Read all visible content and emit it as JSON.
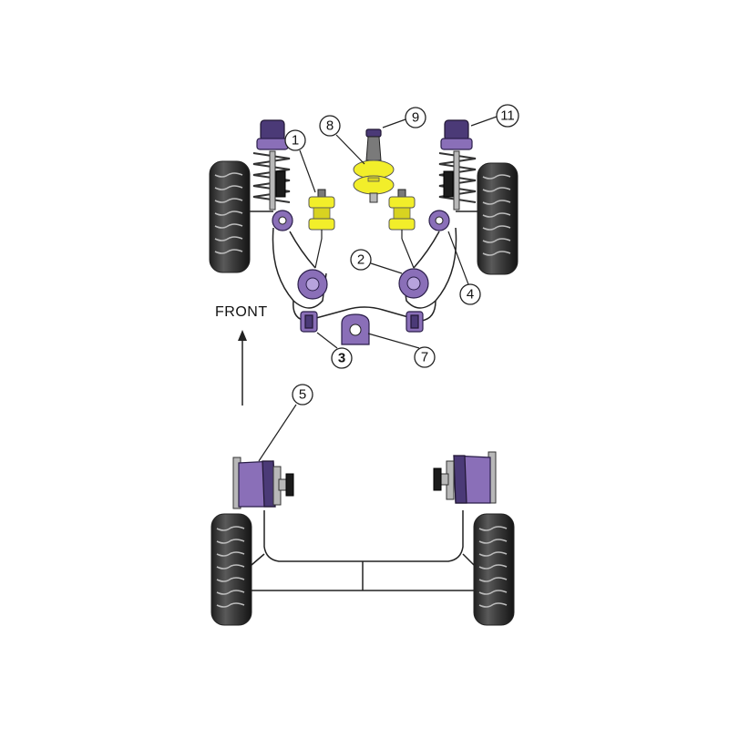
{
  "diagram": {
    "front_label": "FRONT",
    "callouts": [
      {
        "id": "c1",
        "label": "1",
        "bold": false
      },
      {
        "id": "c2",
        "label": "2",
        "bold": false
      },
      {
        "id": "c3",
        "label": "3",
        "bold": true
      },
      {
        "id": "c4",
        "label": "4",
        "bold": false
      },
      {
        "id": "c5",
        "label": "5",
        "bold": false
      },
      {
        "id": "c7",
        "label": "7",
        "bold": false
      },
      {
        "id": "c8",
        "label": "8",
        "bold": false
      },
      {
        "id": "c9",
        "label": "9",
        "bold": false
      },
      {
        "id": "c11",
        "label": "11",
        "bold": false
      }
    ],
    "colors": {
      "bush_purple": "#8a6fb8",
      "bush_purple_dark": "#4b3a77",
      "bush_yellow": "#f2ee2a",
      "tyre": "#3a3a3a",
      "metal": "#b8b8b8"
    }
  }
}
